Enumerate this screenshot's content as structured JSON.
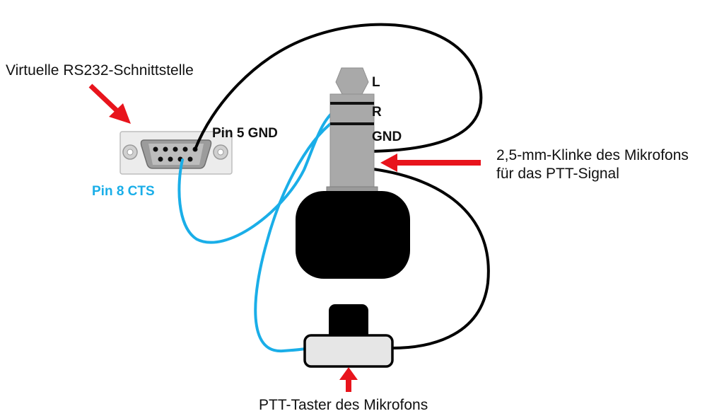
{
  "labels": {
    "rs232_interface": "Virtuelle RS232-Schnittstelle",
    "pin5": "Pin 5 GND",
    "pin8": "Pin 8 CTS",
    "jack_l": "L",
    "jack_r": "R",
    "jack_gnd": "GND",
    "jack_title_line1": "2,5-mm-Klinke des Mikrofons",
    "jack_title_line2": "für das PTT-Signal",
    "ptt_button": "PTT-Taster des Mikrofons"
  },
  "colors": {
    "arrow": "#e8141c",
    "cyan_wire": "#1aaee8",
    "black_wire": "#000000",
    "jack_metal": "#a9a9a9",
    "connector_gray": "#d8d8d8",
    "button_body": "#e6e6e6"
  }
}
